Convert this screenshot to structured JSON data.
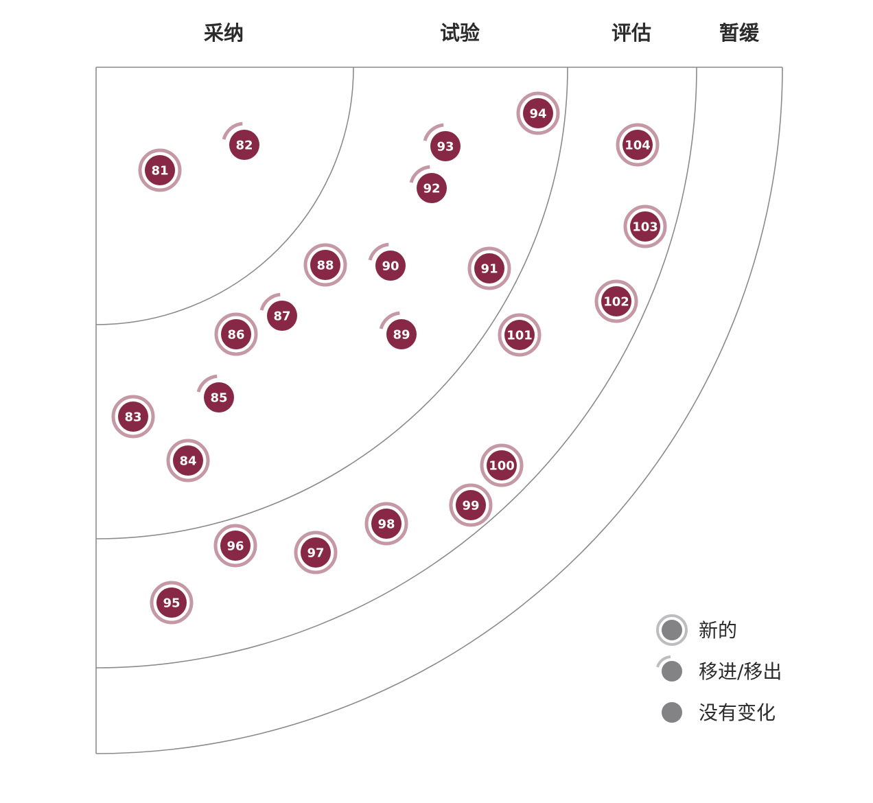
{
  "rings": [
    {
      "key": "adopt",
      "label": "采纳"
    },
    {
      "key": "trial",
      "label": "试验"
    },
    {
      "key": "assess",
      "label": "评估"
    },
    {
      "key": "hold",
      "label": "暂缓"
    }
  ],
  "colors": {
    "blip": "#862846",
    "halo": "#c598a6",
    "legend_dot": "#838386",
    "legend_halo": "#bdbdbd",
    "line": "#8a8a8a"
  },
  "blips": [
    {
      "id": "81",
      "status": "new"
    },
    {
      "id": "82",
      "status": "moved"
    },
    {
      "id": "83",
      "status": "new"
    },
    {
      "id": "84",
      "status": "new"
    },
    {
      "id": "85",
      "status": "moved"
    },
    {
      "id": "86",
      "status": "new"
    },
    {
      "id": "87",
      "status": "moved"
    },
    {
      "id": "88",
      "status": "new"
    },
    {
      "id": "89",
      "status": "moved"
    },
    {
      "id": "90",
      "status": "moved"
    },
    {
      "id": "91",
      "status": "new"
    },
    {
      "id": "92",
      "status": "moved"
    },
    {
      "id": "93",
      "status": "moved"
    },
    {
      "id": "94",
      "status": "new"
    },
    {
      "id": "95",
      "status": "new"
    },
    {
      "id": "96",
      "status": "new"
    },
    {
      "id": "97",
      "status": "new"
    },
    {
      "id": "98",
      "status": "new"
    },
    {
      "id": "99",
      "status": "new"
    },
    {
      "id": "100",
      "status": "new"
    },
    {
      "id": "101",
      "status": "new"
    },
    {
      "id": "102",
      "status": "new"
    },
    {
      "id": "103",
      "status": "new"
    },
    {
      "id": "104",
      "status": "new"
    }
  ],
  "legend": [
    {
      "status": "new",
      "label": "新的"
    },
    {
      "status": "moved",
      "label": "移进/移出"
    },
    {
      "status": "nochange",
      "label": "没有变化"
    }
  ]
}
